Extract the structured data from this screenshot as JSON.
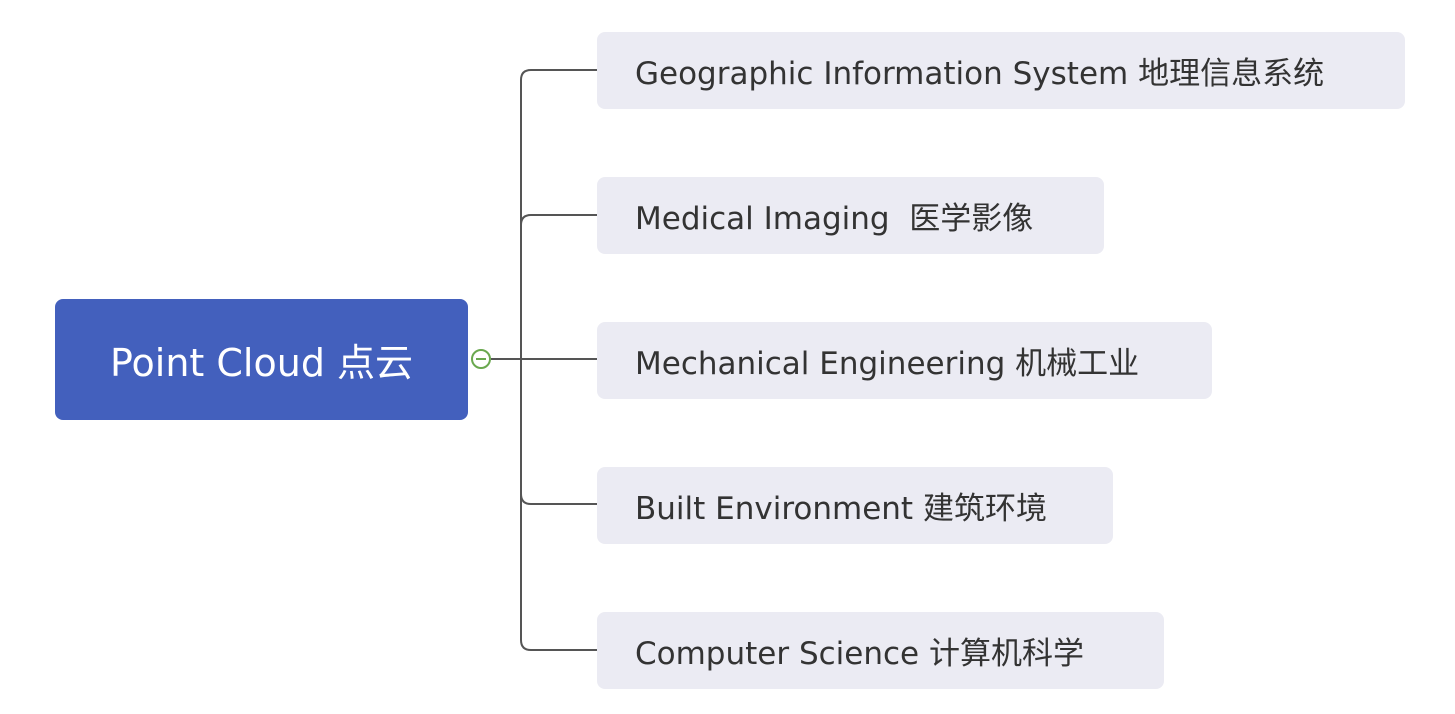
{
  "mindmap": {
    "root": {
      "label": "Point Cloud 点云"
    },
    "topics": [
      {
        "label": "Geographic Information System 地理信息系统"
      },
      {
        "label": "Medical Imaging  医学影像"
      },
      {
        "label": "Mechanical Engineering 机械工业"
      },
      {
        "label": "Built Environment 建筑环境"
      },
      {
        "label": "Computer Science 计算机科学"
      }
    ],
    "colors": {
      "root_fill": "#4360bd",
      "root_text": "#ffffff",
      "topic_fill": "#ebebf3",
      "topic_text": "#333333",
      "connector": "#555555",
      "toggle": "#6aa84f"
    }
  }
}
